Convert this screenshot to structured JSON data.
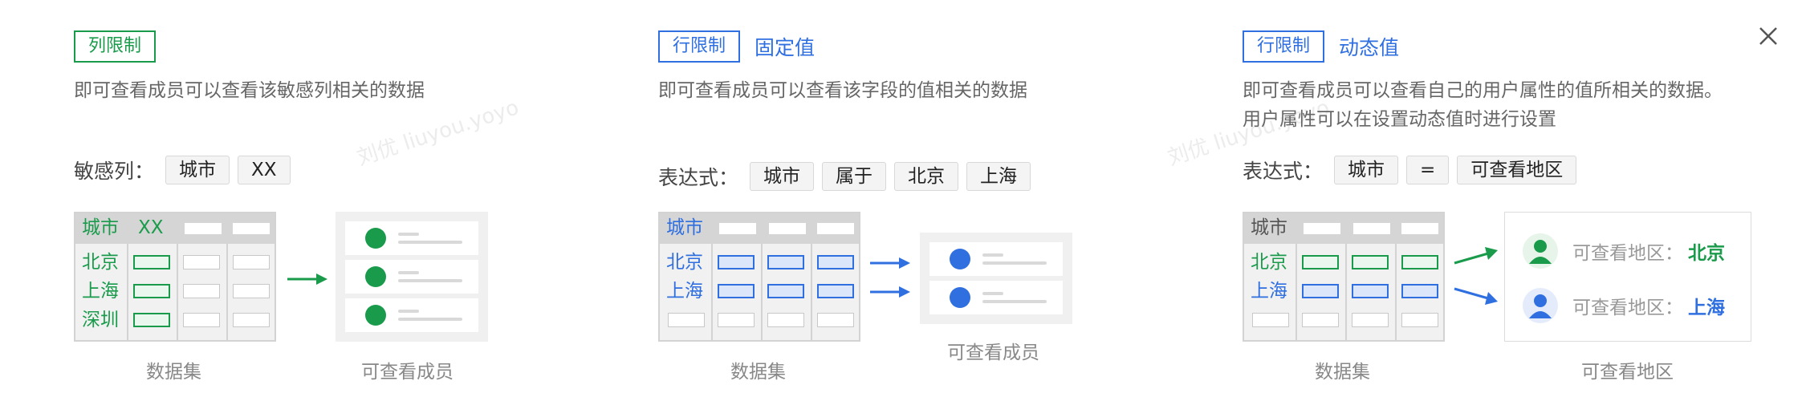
{
  "close_icon": "close-icon",
  "colors": {
    "green": "#1a9b4b",
    "blue": "#2f6fe0"
  },
  "watermark": "刘优 liuyou.yoyo",
  "panel1": {
    "tag": "列限制",
    "desc": "即可查看成员可以查看该敏感列相关的数据",
    "expr_label": "敏感列：",
    "chips": [
      "城市",
      "XX"
    ],
    "grid": {
      "header": [
        "城市",
        "XX"
      ],
      "rows": [
        "北京",
        "上海",
        "深圳"
      ]
    },
    "dataset_caption": "数据集",
    "members_caption": "可查看成员"
  },
  "panel2": {
    "tag": "行限制",
    "tag_sub": "固定值",
    "desc": "即可查看成员可以查看该字段的值相关的数据",
    "expr_label": "表达式：",
    "chips": [
      "城市",
      "属于",
      "北京",
      "上海"
    ],
    "grid": {
      "header": [
        "城市"
      ],
      "rows": [
        "北京",
        "上海"
      ]
    },
    "dataset_caption": "数据集",
    "members_caption": "可查看成员"
  },
  "panel3": {
    "tag": "行限制",
    "tag_sub": "动态值",
    "desc_line1": "即可查看成员可以查看自己的用户属性的值所相关的数据。",
    "desc_line2": "用户属性可以在设置动态值时进行设置",
    "expr_label": "表达式：",
    "chips": [
      "城市",
      "=",
      "可查看地区"
    ],
    "grid": {
      "header": [
        "城市"
      ],
      "rows": [
        "北京",
        "上海"
      ]
    },
    "dataset_caption": "数据集",
    "region_caption": "可查看地区",
    "regions": [
      {
        "label": "可查看地区：",
        "value": "北京"
      },
      {
        "label": "可查看地区：",
        "value": "上海"
      }
    ]
  }
}
